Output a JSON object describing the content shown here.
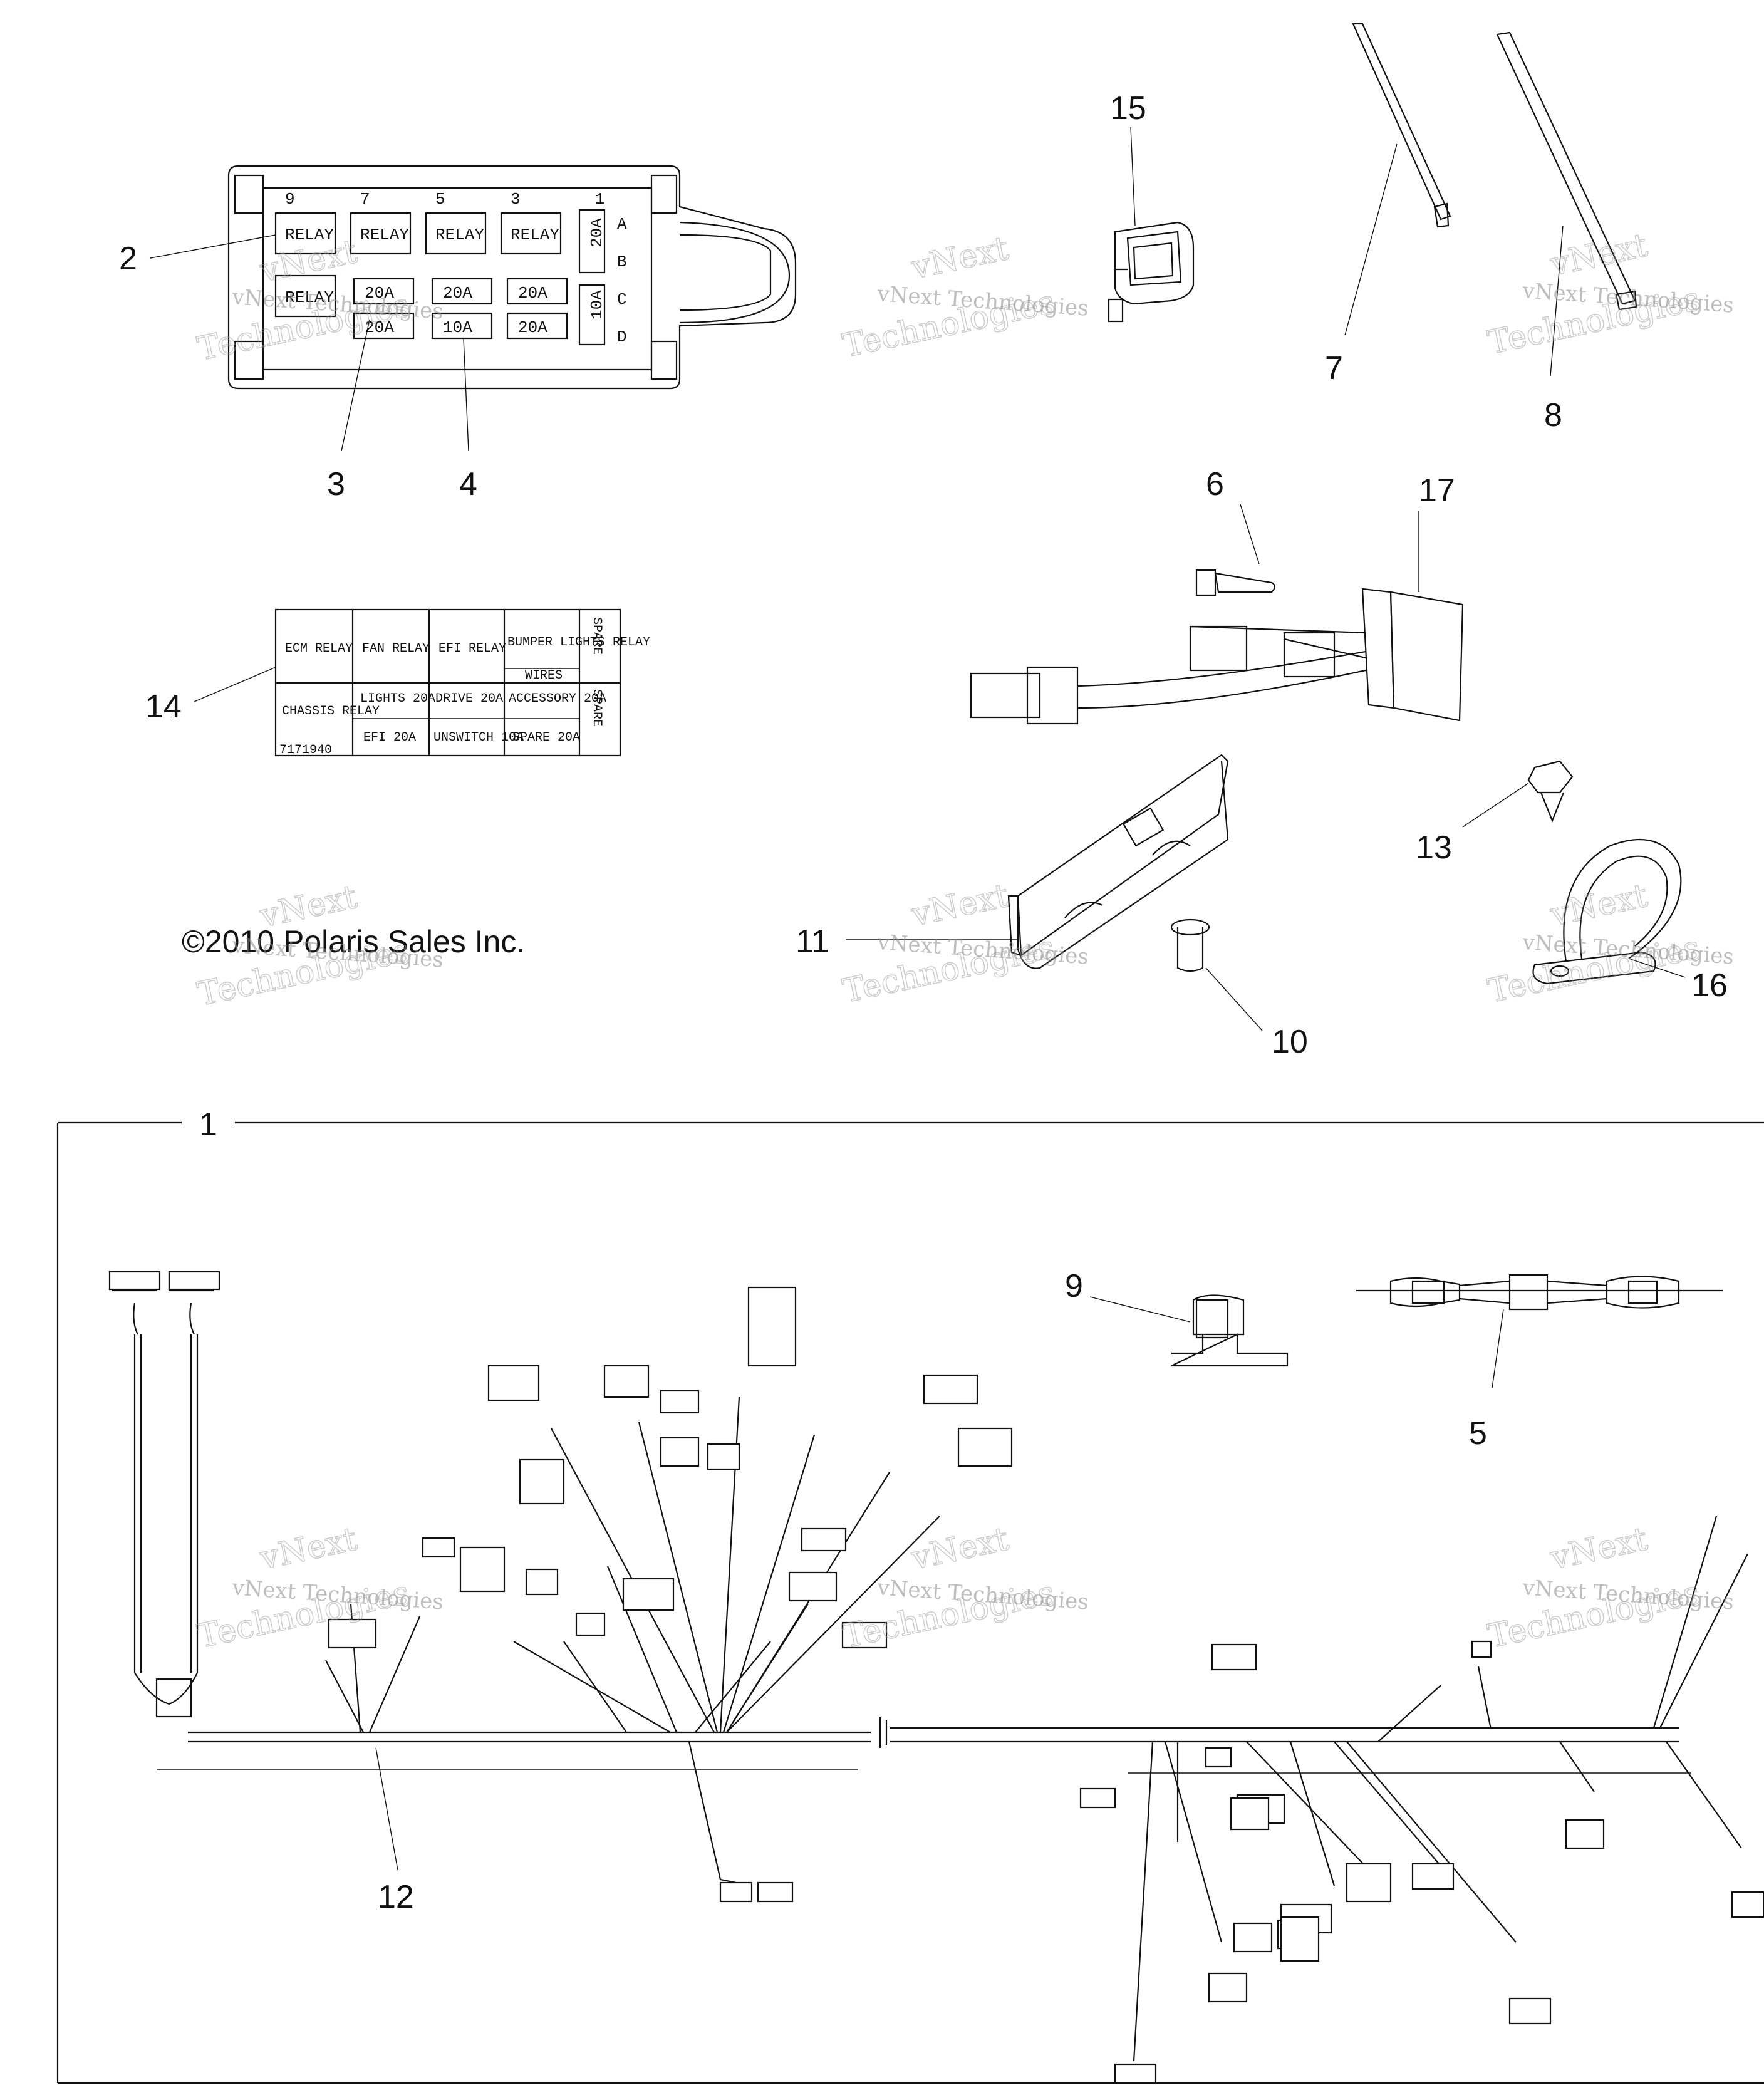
{
  "callouts": {
    "c1": "1",
    "c2": "2",
    "c3": "3",
    "c4": "4",
    "c5": "5",
    "c6": "6",
    "c7": "7",
    "c8": "8",
    "c9": "9",
    "c10": "10",
    "c11": "11",
    "c12": "12",
    "c13": "13",
    "c14": "14",
    "c15": "15",
    "c16": "16",
    "c17": "17"
  },
  "copyright": "©2010 Polaris Sales Inc.",
  "watermark": {
    "line1": "vNext Technologies",
    "line2": "vNext",
    "line3": "Technologies"
  },
  "fuse_box": {
    "top_numbers": [
      "9",
      "7",
      "5",
      "3",
      "1"
    ],
    "side_letters": [
      "A",
      "B",
      "C",
      "D"
    ],
    "relay_label": "RELAY",
    "top_fuses": [
      "20A",
      "20A",
      "20A"
    ],
    "bottom_fuses": [
      "20A",
      "10A",
      "20A"
    ],
    "side_fuses": [
      "20A",
      "10A"
    ]
  },
  "label_card": {
    "row1": [
      "ECM RELAY",
      "FAN RELAY",
      "EFI RELAY",
      "BUMPER LIGHTS RELAY",
      "SPARE"
    ],
    "wires": "WIRES",
    "chassis_relay": "CHASSIS RELAY",
    "row2": [
      "LIGHTS 20A",
      "DRIVE 20A",
      "ACCESSORY 20A"
    ],
    "row3": [
      "EFI 20A",
      "UNSWITCH 10A",
      "SPARE 20A"
    ],
    "right_bottom": "SPARE",
    "part_no": "7171940"
  }
}
